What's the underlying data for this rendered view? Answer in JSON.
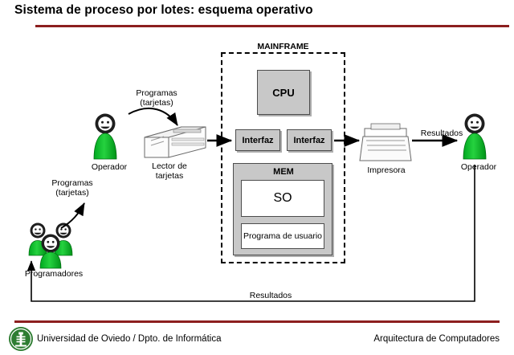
{
  "header": {
    "title": "Sistema de proceso por lotes: esquema operativo",
    "rule_color": "#8c1f1f"
  },
  "footer": {
    "left": "Universidad de Oviedo / Dpto. de Informática",
    "right": "Arquitectura de Computadores",
    "logo_name": "university-seal-logo"
  },
  "diagram": {
    "mainframe_label": "MAINFRAME",
    "boxes": {
      "cpu": "CPU",
      "interfaz_left": "Interfaz",
      "interfaz_right": "Interfaz",
      "mem": "MEM",
      "so": "SO",
      "programa_usuario": "Programa de\nusuario"
    },
    "labels": {
      "programas_tarjetas_top": "Programas\n(tarjetas)",
      "programas_tarjetas_left": "Programas\n(tarjetas)",
      "operador_left": "Operador",
      "lector_tarjetas": "Lector de\ntarjetas",
      "programadores": "Programadores",
      "impresora": "Impresora",
      "resultados_top": "Resultados",
      "operador_right": "Operador",
      "resultados_bottom": "Resultados"
    },
    "colors": {
      "person_body": "#00a820",
      "box_fill": "#c8c8c8",
      "box_border": "#4d4d4d",
      "accent": "#8c1f1f"
    }
  }
}
